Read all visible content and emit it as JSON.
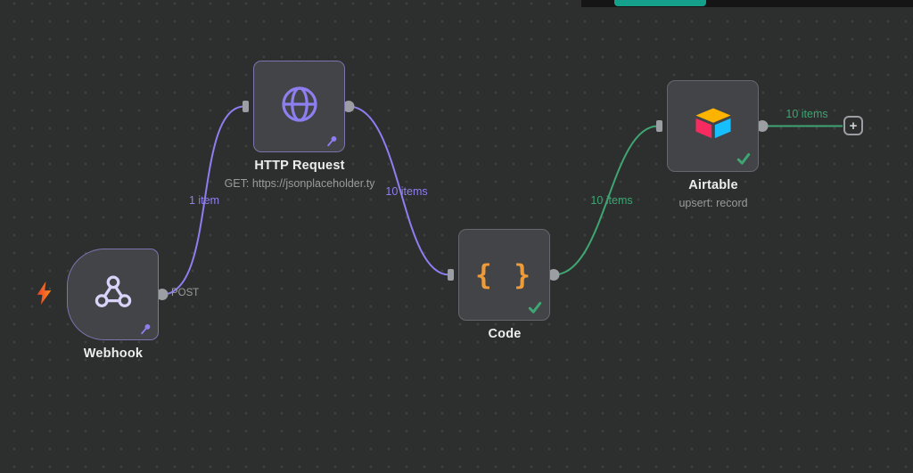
{
  "colors": {
    "bg": "#2d2e2e",
    "dot": "#3f4040",
    "node_bg": "#424447",
    "node_border": "#65676c",
    "pinned_border": "#7b74ad",
    "label": "#ededed",
    "subtitle": "#9a9a9a",
    "purple": "#8d7ff0",
    "green": "#3fa573",
    "endpoint": "#9b9ea2",
    "icon_lavender": "#d9d3f9",
    "code_orange": "#ef9b38",
    "at_yellow": "#fcb400",
    "at_blue": "#18bfff",
    "at_red": "#f82b60",
    "bolt_red": "#e8402a",
    "bolt_orange": "#ff8a1e",
    "strip": "#151515",
    "teal_button": "#14a08b"
  },
  "nodes": [
    {
      "id": "webhook",
      "label": "Webhook",
      "badge": "POST",
      "type": "trigger",
      "pinned": true,
      "icon": "webhook-icon"
    },
    {
      "id": "http-request",
      "label": "HTTP Request",
      "subtitle": "GET: https://jsonplaceholder.ty",
      "pinned": true,
      "icon": "globe-icon"
    },
    {
      "id": "code",
      "label": "Code",
      "icon_text": "{ }",
      "status": "success",
      "icon": "code-braces-icon"
    },
    {
      "id": "airtable",
      "label": "Airtable",
      "subtitle": "upsert: record",
      "status": "success",
      "icon": "airtable-logo"
    }
  ],
  "connections": [
    {
      "from": "webhook",
      "to": "http-request",
      "label": "1 item",
      "color": "purple"
    },
    {
      "from": "http-request",
      "to": "code",
      "label": "10 items",
      "color": "purple"
    },
    {
      "from": "code",
      "to": "airtable",
      "label": "10 items",
      "color": "green"
    },
    {
      "from": "airtable",
      "to": "add-node",
      "label": "10 items",
      "color": "green"
    }
  ],
  "add_button_label": "+"
}
